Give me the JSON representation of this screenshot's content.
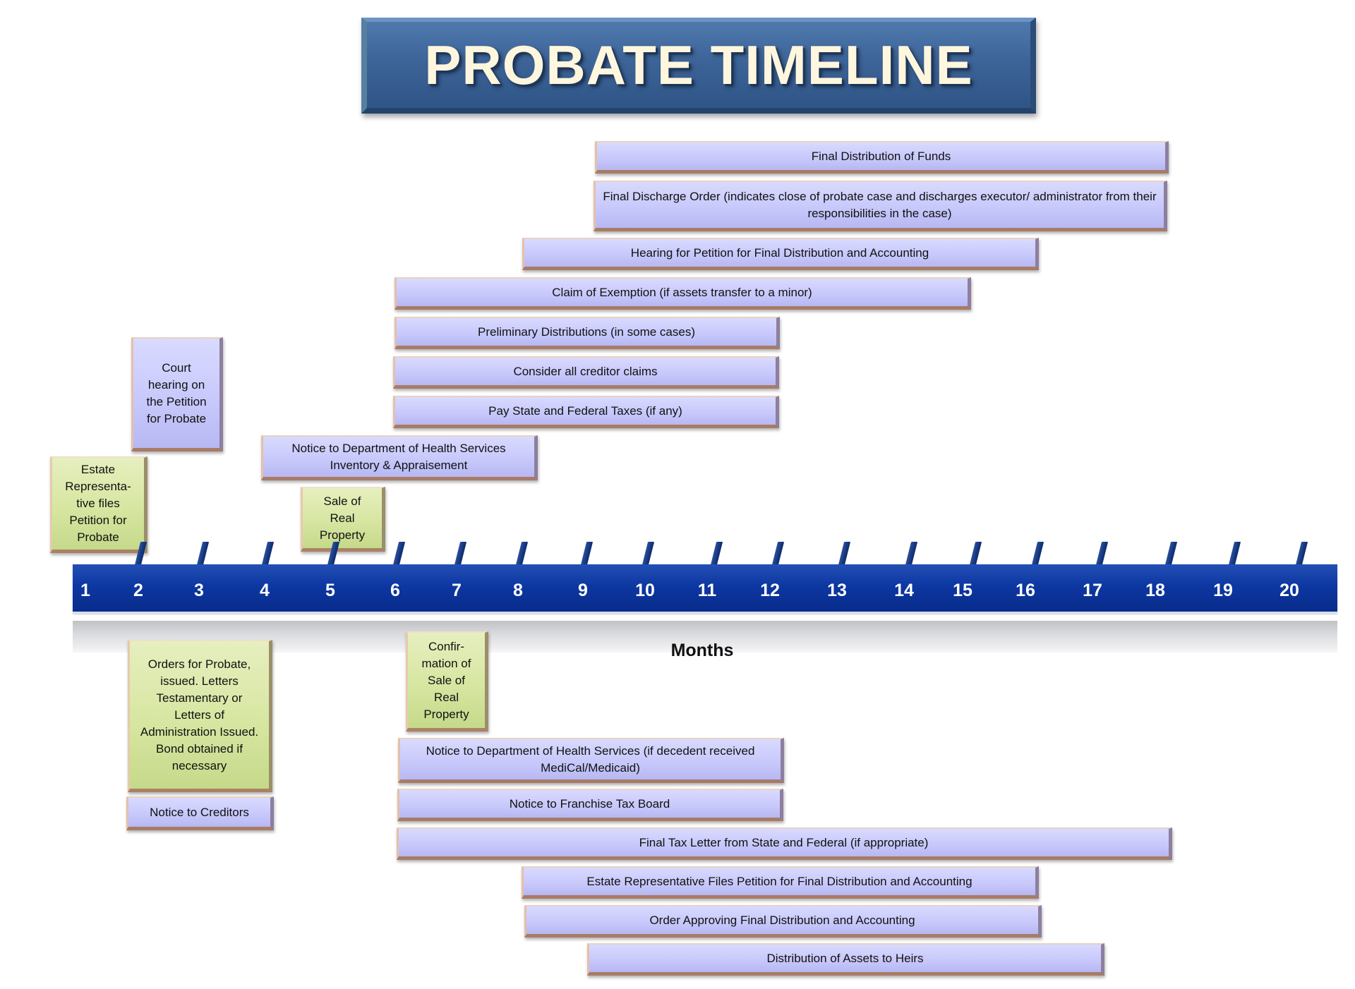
{
  "title": "PROBATE TIMELINE",
  "axis": {
    "label": "Months",
    "months": [
      "1",
      "2",
      "3",
      "4",
      "5",
      "6",
      "7",
      "8",
      "9",
      "10",
      "11",
      "12",
      "13",
      "14",
      "15",
      "16",
      "17",
      "18",
      "19",
      "20"
    ]
  },
  "events_above": [
    {
      "id": "final-distribution-of-funds",
      "text": "Final Distribution of Funds"
    },
    {
      "id": "final-discharge-order",
      "text": "Final Discharge Order (indicates close of probate case and discharges executor/ administrator from their responsibilities in the case)"
    },
    {
      "id": "hearing-final-distribution",
      "text": "Hearing for Petition for Final Distribution and Accounting"
    },
    {
      "id": "claim-of-exemption",
      "text": "Claim of Exemption (if assets transfer to a minor)"
    },
    {
      "id": "preliminary-distributions",
      "text": "Preliminary Distributions (in some cases)"
    },
    {
      "id": "consider-creditor-claims",
      "text": "Consider all creditor claims"
    },
    {
      "id": "pay-taxes",
      "text": "Pay State and Federal Taxes (if any)"
    },
    {
      "id": "notice-dhs-inventory",
      "text": "Notice to Department of Health Services Inventory & Appraisement"
    },
    {
      "id": "court-hearing-petition",
      "text": "Court hearing on the Petition for Probate"
    },
    {
      "id": "estate-rep-files-petition",
      "text": "Estate Representa-tive files Petition for Probate"
    },
    {
      "id": "sale-of-real-property",
      "text": "Sale of Real Property"
    }
  ],
  "events_below": [
    {
      "id": "orders-for-probate",
      "text": "Orders for Probate, issued. Letters Testamentary or Letters of Administration Issued. Bond obtained if necessary"
    },
    {
      "id": "notice-to-creditors",
      "text": "Notice to Creditors"
    },
    {
      "id": "confirmation-of-sale",
      "text": "Confir-mation of Sale of Real Property"
    },
    {
      "id": "notice-dhs-medical",
      "text": "Notice to Department of Health Services (if decedent received MediCal/Medicaid)"
    },
    {
      "id": "notice-franchise-tax-board",
      "text": "Notice to Franchise Tax Board"
    },
    {
      "id": "final-tax-letter",
      "text": "Final Tax Letter from State and Federal (if appropriate)"
    },
    {
      "id": "petition-final-distribution",
      "text": "Estate Representative Files Petition for Final Distribution and Accounting"
    },
    {
      "id": "order-approving-distribution",
      "text": "Order Approving Final Distribution and Accounting"
    },
    {
      "id": "distribution-to-heirs",
      "text": "Distribution of Assets to Heirs"
    }
  ],
  "colors": {
    "title_banner": "#3d6498",
    "event_bar": "#c8c9fb",
    "milestone_box": "#d7e6a1",
    "axis_bar": "#0d37a2"
  }
}
